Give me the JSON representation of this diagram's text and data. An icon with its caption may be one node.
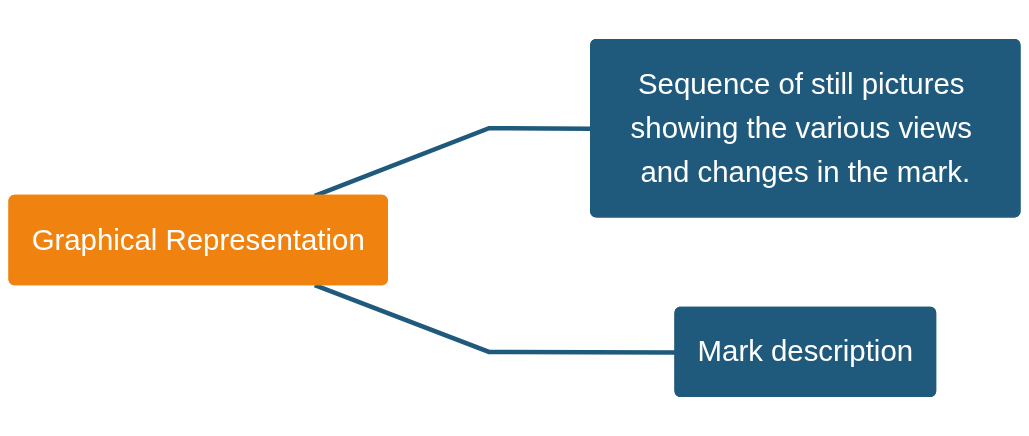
{
  "diagram": {
    "nodes": [
      {
        "text": [
          "Graphical Representation"
        ]
      },
      {
        "text": [
          "Sequence of still pictures showing the various views and changes in the mark."
        ]
      },
      {
        "text": [
          "Mark description"
        ]
      }
    ],
    "edges": [
      {
        "from": 0,
        "to": 1,
        "arrow": "none"
      },
      {
        "from": 0,
        "to": 2,
        "arrow": "none"
      }
    ]
  }
}
